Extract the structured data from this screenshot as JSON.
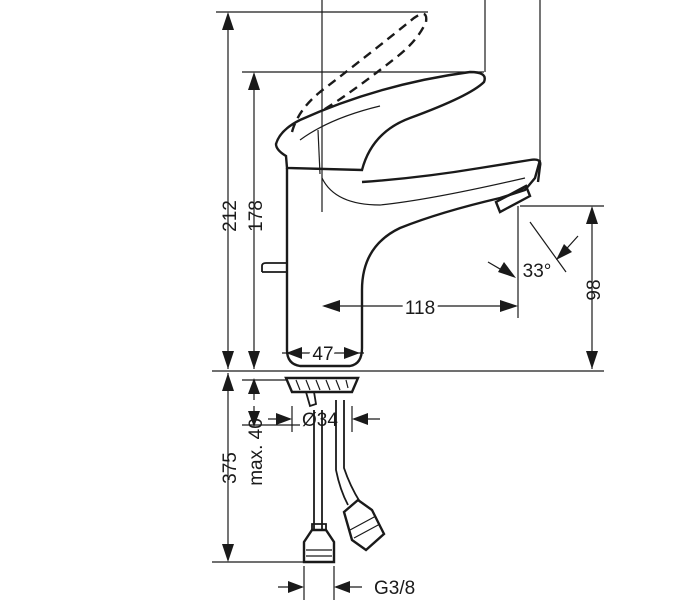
{
  "dimensions": {
    "total_height": "212",
    "lever_height": "178",
    "spout_height": "98",
    "spout_reach": "118",
    "body_width": "47",
    "spray_angle": "33°",
    "hole_diameter": "Ø34",
    "max_deck_thickness": "max. 40",
    "hose_length": "375",
    "connection_thread": "G3/8"
  }
}
